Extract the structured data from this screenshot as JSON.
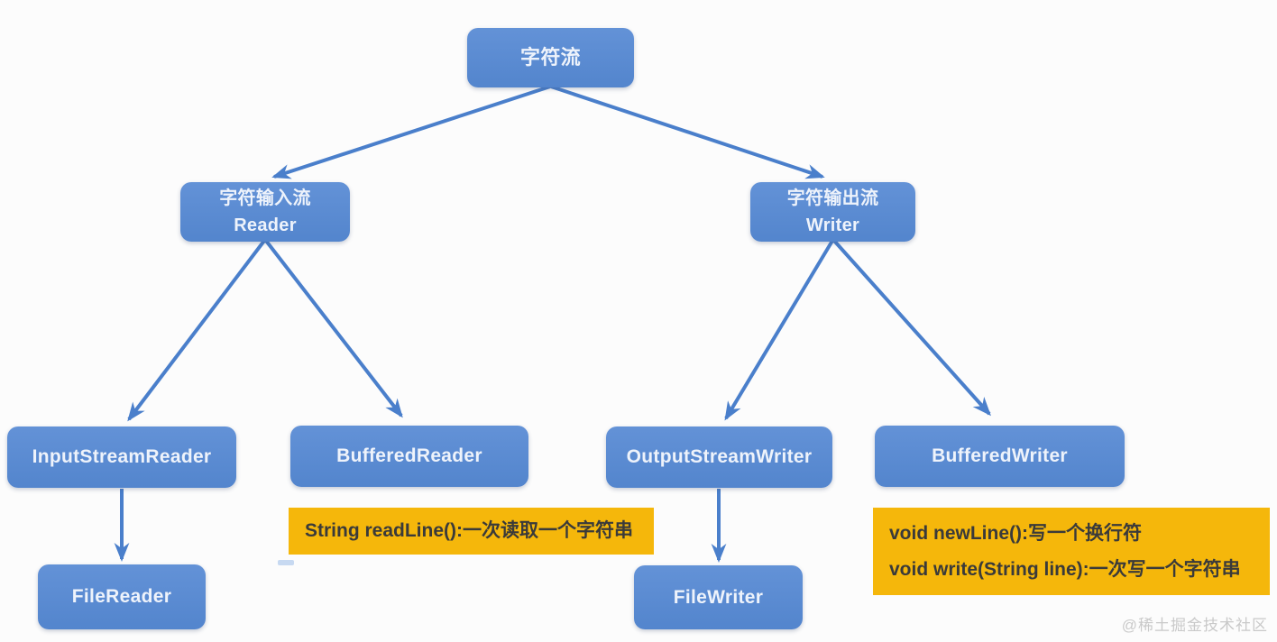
{
  "nodes": {
    "char_stream": {
      "label": "字符流"
    },
    "reader": {
      "line1": "字符输入流",
      "line2": "Reader"
    },
    "writer": {
      "line1": "字符输出流",
      "line2": "Writer"
    },
    "input_stream_reader": {
      "label": "InputStreamReader"
    },
    "buffered_reader": {
      "label": "BufferedReader"
    },
    "output_stream_writer": {
      "label": "OutputStreamWriter"
    },
    "buffered_writer": {
      "label": "BufferedWriter"
    },
    "file_reader": {
      "label": "FileReader"
    },
    "file_writer": {
      "label": "FileWriter"
    }
  },
  "edges": [
    [
      "char_stream",
      "reader"
    ],
    [
      "char_stream",
      "writer"
    ],
    [
      "reader",
      "input_stream_reader"
    ],
    [
      "reader",
      "buffered_reader"
    ],
    [
      "input_stream_reader",
      "file_reader"
    ],
    [
      "writer",
      "output_stream_writer"
    ],
    [
      "writer",
      "buffered_writer"
    ],
    [
      "output_stream_writer",
      "file_writer"
    ]
  ],
  "notes": {
    "reader_note": {
      "line1": "String readLine():一次读取一个字符串"
    },
    "writer_note": {
      "line1": "void newLine():写一个换行符",
      "line2": "void write(String line):一次写一个字符串"
    }
  },
  "watermark": {
    "text": "@稀土掘金技术社区"
  },
  "colors": {
    "node_fill": "#5688CF",
    "node_text": "#EEF3FB",
    "arrow": "#4A7FCB",
    "note_fill": "#F5B70B",
    "note_text": "#3A3A3A",
    "watermark": "#C9C9C9",
    "background": "#FCFCFC"
  }
}
